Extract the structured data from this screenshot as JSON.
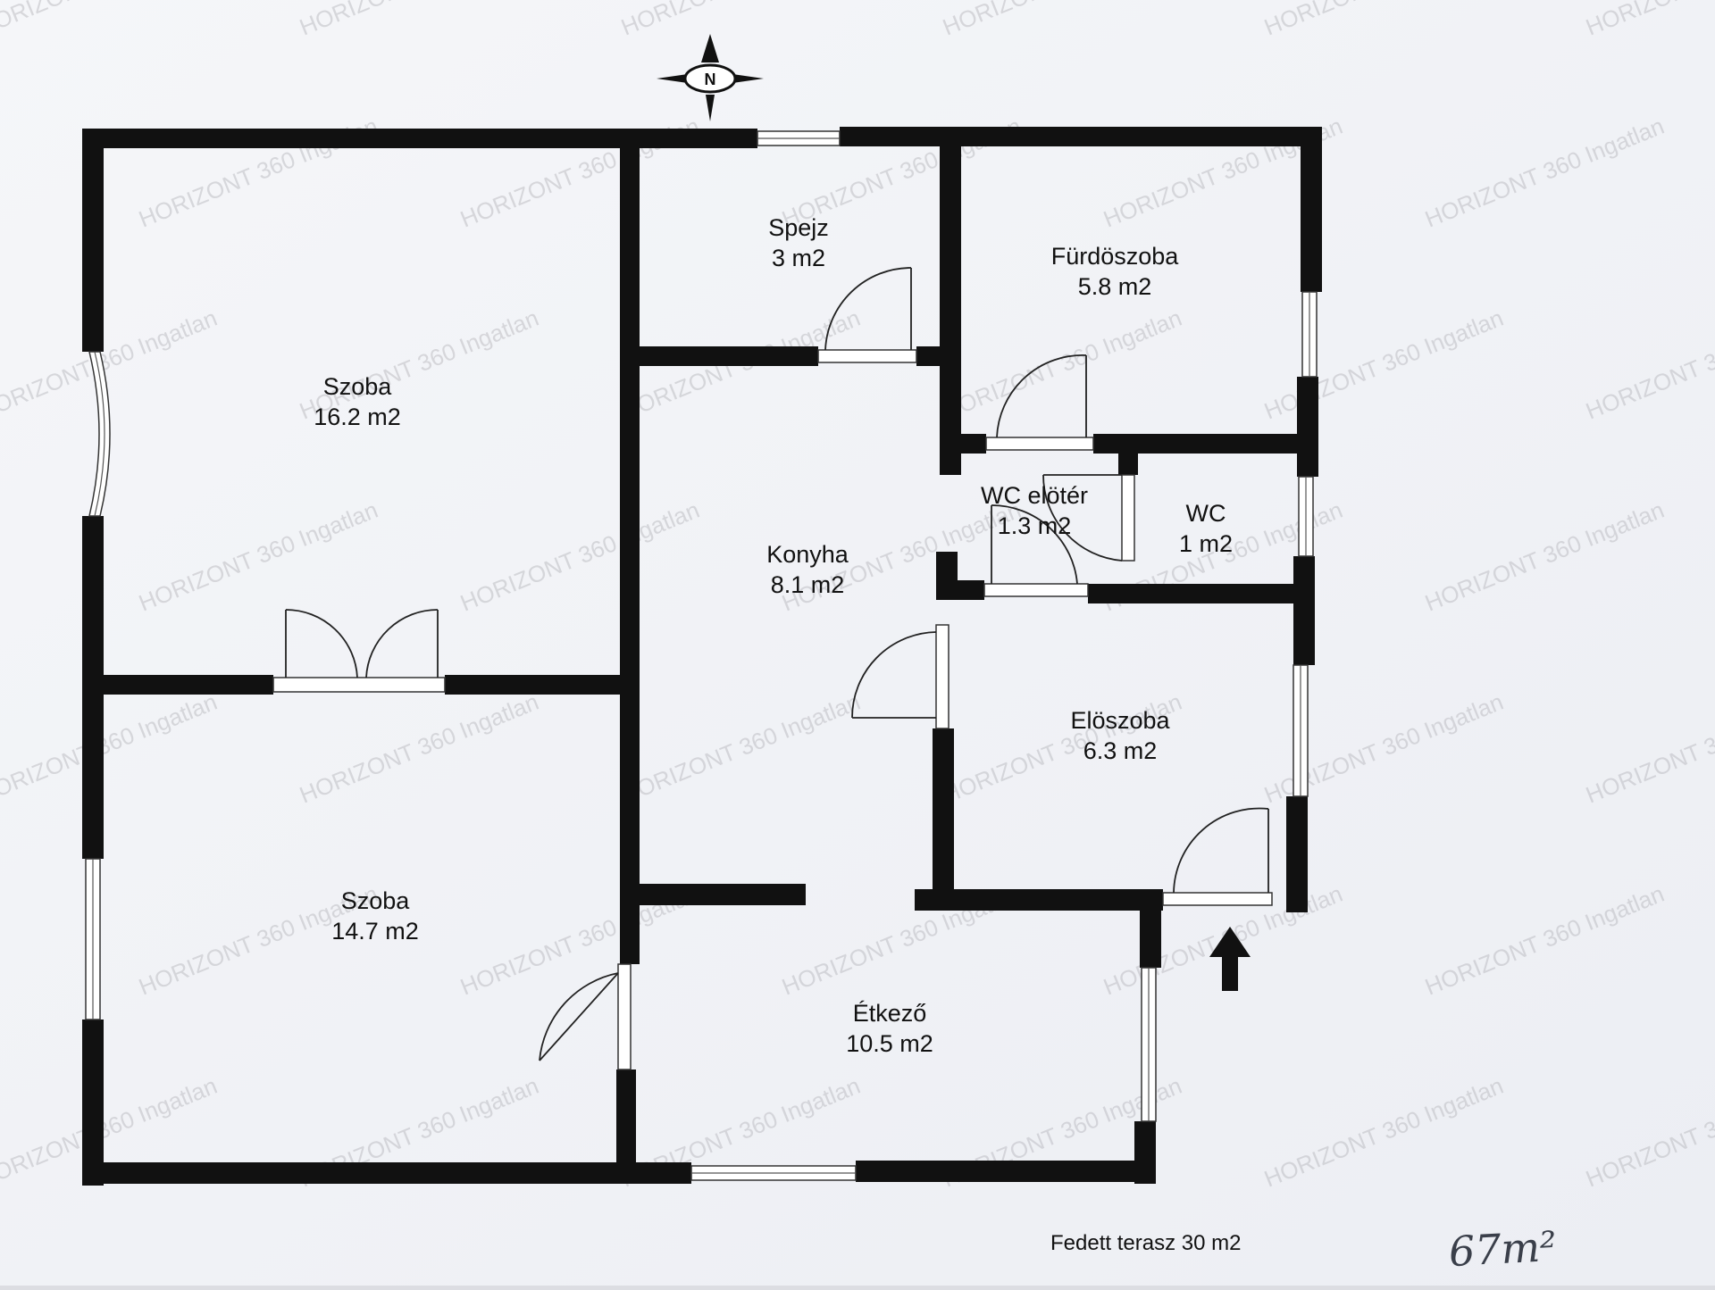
{
  "compass": {
    "letter": "N"
  },
  "rooms": [
    {
      "id": "szoba-north",
      "name": "Szoba",
      "area": "16.2 m2"
    },
    {
      "id": "szoba-south",
      "name": "Szoba",
      "area": "14.7 m2"
    },
    {
      "id": "spejz",
      "name": "Spejz",
      "area": "3 m2"
    },
    {
      "id": "furdoszoba",
      "name": "Fürdöszoba",
      "area": "5.8 m2"
    },
    {
      "id": "konyha",
      "name": "Konyha",
      "area": "8.1 m2"
    },
    {
      "id": "wc-eloter",
      "name": "WC elötér",
      "area": "1.3 m2"
    },
    {
      "id": "wc",
      "name": "WC",
      "area": "1 m2"
    },
    {
      "id": "eloszoba",
      "name": "Elöszoba",
      "area": "6.3 m2"
    },
    {
      "id": "etkezo",
      "name": "Étkező",
      "area": "10.5 m2"
    }
  ],
  "terrace_note": "Fedett terasz 30 m2",
  "handwritten_total": "67m²",
  "watermark": "HORIZONT 360 Ingatlan",
  "colors": {
    "paper": "#f2f3f7",
    "wall": "#111111",
    "watermark": "#bdbdc2",
    "ink": "#3a3f4a"
  }
}
